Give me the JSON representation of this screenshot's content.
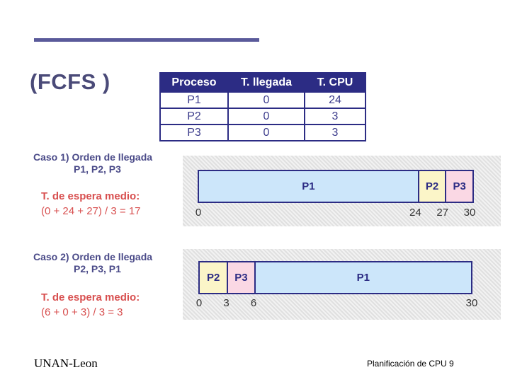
{
  "title": "(FCFS )",
  "table": {
    "headers": [
      "Proceso",
      "T. llegada",
      "T. CPU"
    ],
    "rows": [
      [
        "P1",
        "0",
        "24"
      ],
      [
        "P2",
        "0",
        "3"
      ],
      [
        "P3",
        "0",
        "3"
      ]
    ]
  },
  "case1": {
    "heading_line1": "Caso 1) Orden de llegada",
    "heading_line2": "P1, P2, P3",
    "wait_title": "T. de espera medio:",
    "wait_formula": "(0 + 24 + 27) / 3 = 17",
    "segments": [
      {
        "label": "P1",
        "start": 0,
        "end": 24,
        "color": "#cce6fa"
      },
      {
        "label": "P2",
        "start": 24,
        "end": 27,
        "color": "#fbf5c8"
      },
      {
        "label": "P3",
        "start": 27,
        "end": 30,
        "color": "#fad8e4"
      }
    ],
    "ticks": [
      "0",
      "24",
      "27",
      "30"
    ]
  },
  "case2": {
    "heading_line1": "Caso 2) Orden de llegada",
    "heading_line2": "P2, P3, P1",
    "wait_title": "T. de espera medio:",
    "wait_formula": "(6 + 0 + 3) / 3 = 3",
    "segments": [
      {
        "label": "P2",
        "start": 0,
        "end": 3,
        "color": "#fbf5c8"
      },
      {
        "label": "P3",
        "start": 3,
        "end": 6,
        "color": "#fad8e4"
      },
      {
        "label": "P1",
        "start": 6,
        "end": 30,
        "color": "#cce6fa"
      }
    ],
    "ticks": [
      "0",
      "3",
      "6",
      "30"
    ]
  },
  "footer": {
    "left": "UNAN-Leon",
    "right": "Planificación de CPU 9"
  }
}
